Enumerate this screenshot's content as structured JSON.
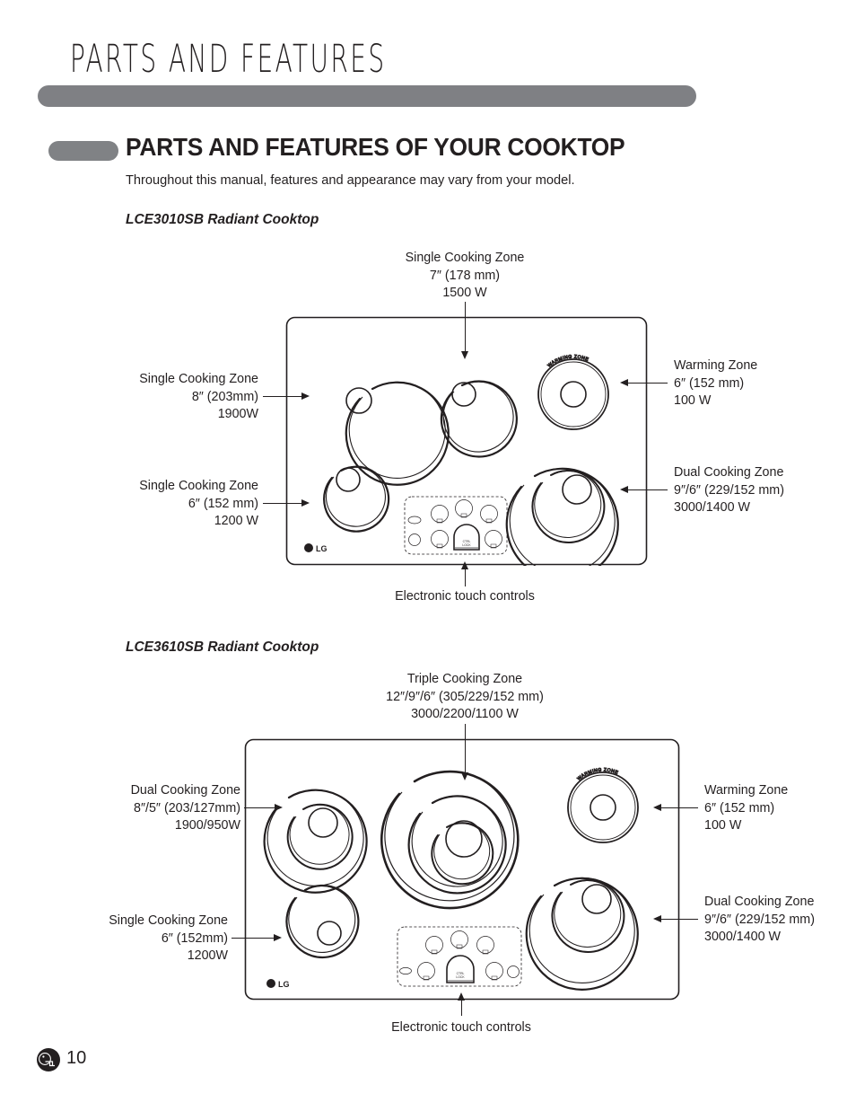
{
  "page": {
    "running_head": "PARTS AND FEATURES",
    "section_title": "PARTS AND FEATURES OF YOUR COOKTOP",
    "section_subtitle": "Throughout this manual, features and appearance may vary from your model.",
    "page_number": "10",
    "brand": "LG"
  },
  "cooktop1": {
    "caption": "LCE3010SB Radiant Cooktop",
    "brand_mark": "LG",
    "touch_control_label": "Electronic touch controls",
    "warming_arc_text": "WARMING ZONE",
    "callouts": {
      "top_center": {
        "line1": "Single Cooking Zone",
        "line2": "7″ (178 mm)",
        "line3": "1500 W"
      },
      "left_upper": {
        "line1": "Single Cooking Zone",
        "line2": "8″ (203mm)",
        "line3": "1900W"
      },
      "left_lower": {
        "line1": "Single Cooking Zone",
        "line2": "6″ (152 mm)",
        "line3": "1200 W"
      },
      "right_upper": {
        "line1": "Warming Zone",
        "line2": "6″ (152 mm)",
        "line3": "100 W"
      },
      "right_lower": {
        "line1": "Dual Cooking Zone",
        "line2": "9″/6″ (229/152 mm)",
        "line3": "3000/1400 W"
      }
    }
  },
  "cooktop2": {
    "caption": "LCE3610SB Radiant Cooktop",
    "brand_mark": "LG",
    "touch_control_label": "Electronic touch controls",
    "warming_arc_text": "WARMING ZONE",
    "callouts": {
      "top_center": {
        "line1": "Triple Cooking Zone",
        "line2": "12″/9″/6″ (305/229/152 mm)",
        "line3": "3000/2200/1100 W"
      },
      "left_upper": {
        "line1": "Dual Cooking Zone",
        "line2": "8″/5″ (203/127mm)",
        "line3": "1900/950W"
      },
      "left_lower": {
        "line1": "Single Cooking Zone",
        "line2": "6″ (152mm)",
        "line3": "1200W"
      },
      "right_upper": {
        "line1": "Warming Zone",
        "line2": "6″ (152 mm)",
        "line3": "100 W"
      },
      "right_lower": {
        "line1": "Dual Cooking Zone",
        "line2": "9″/6″ (229/152 mm)",
        "line3": "3000/1400 W"
      }
    }
  },
  "colors": {
    "ink": "#231f20",
    "bar_gray": "#7f8084",
    "pill_gray": "#808285"
  }
}
